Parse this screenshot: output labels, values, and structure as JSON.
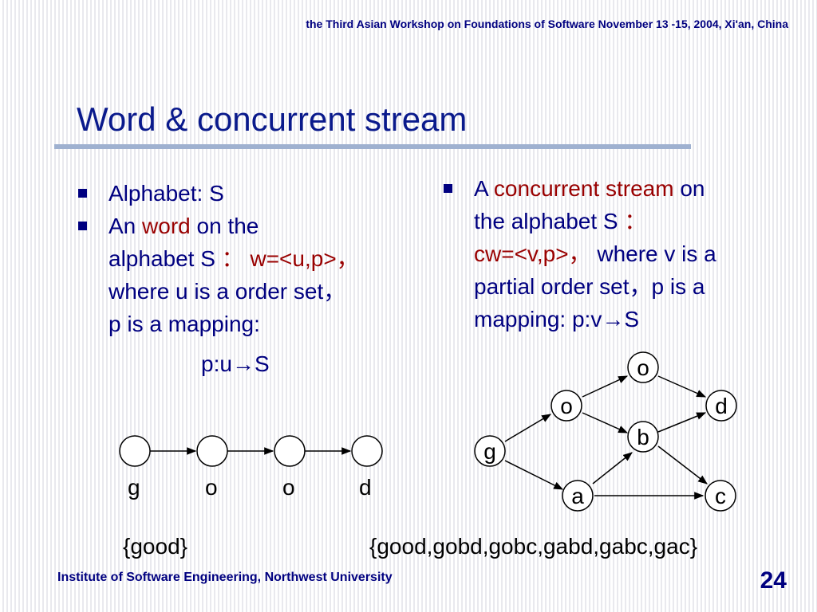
{
  "header": "the Third Asian Workshop on Foundations of Software November 13 -15, 2004, Xi'an, China",
  "title": "Word & concurrent stream",
  "left": {
    "bullet1": "Alphabet: S",
    "bullet2": {
      "pre": "An ",
      "term": "word",
      "line1_post": " on the",
      "line2_a": "alphabet S ",
      "colon": "：",
      "formula": " w=<u,p>，",
      "line3": "where u is a order set，",
      "line4": "p is a mapping:",
      "mapping_pre": "p:u",
      "arrow": "→",
      "mapping_post": "S"
    },
    "sequence_labels": [
      "g",
      "o",
      "o",
      "d"
    ],
    "set": "{good}"
  },
  "right": {
    "pre": "A ",
    "term": "concurrent stream",
    "line1_post": " on",
    "line2_a": "the alphabet S ",
    "colon": "：",
    "formula": "cw=<v,p>，",
    "line3_post": " where v is a",
    "line4": "partial order set，p is a",
    "mapping_pre": "mapping: p:v",
    "arrow": "→",
    "mapping_post": "S",
    "graph_labels": {
      "g": "g",
      "o_left": "o",
      "o_top": "o",
      "b": "b",
      "a": "a",
      "d": "d",
      "c": "c"
    },
    "set": "{good,gobd,gobc,gabd,gabc,gac}"
  },
  "footer": {
    "institute": "Institute of Software Engineering, Northwest University",
    "page": "24"
  }
}
